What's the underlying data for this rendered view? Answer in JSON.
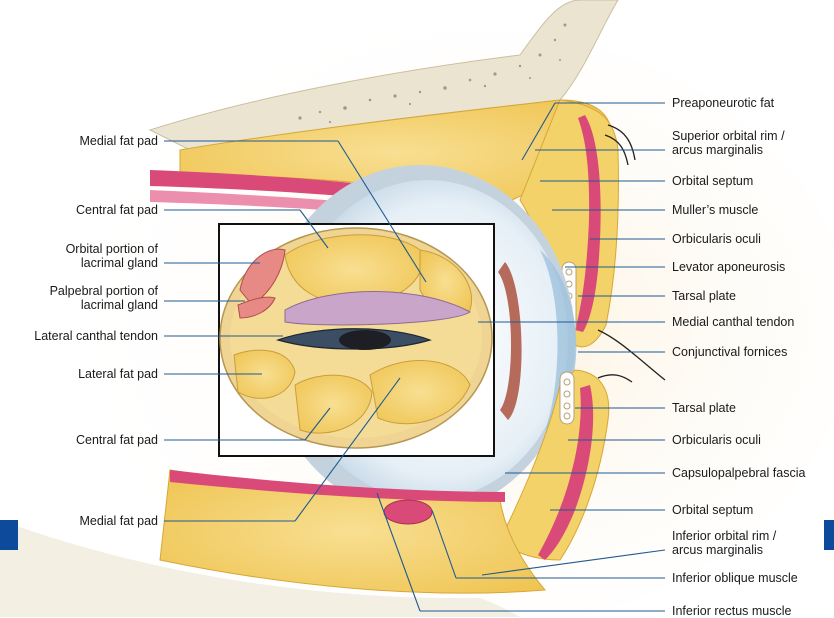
{
  "colors": {
    "fat": "#f2cc5e",
    "fat_light": "#f8df92",
    "muscle": "#d94a78",
    "muscle_light": "#ec8fae",
    "bone": "#e9e2cf",
    "leader": "#1f5a92",
    "frame": "#111111",
    "tab": "#0e4a9c"
  },
  "labels_left": [
    {
      "id": "medial-fat-pad-top",
      "text": "Medial fat pad"
    },
    {
      "id": "central-fat-pad-top",
      "text": "Central fat pad"
    },
    {
      "id": "orbital-lacrimal",
      "lines": [
        "Orbital portion of",
        "lacrimal gland"
      ]
    },
    {
      "id": "palpebral-lacrimal",
      "lines": [
        "Palpebral portion of",
        "lacrimal gland"
      ]
    },
    {
      "id": "lateral-canthal-tendon",
      "text": "Lateral canthal tendon"
    },
    {
      "id": "lateral-fat-pad",
      "text": "Lateral fat pad"
    },
    {
      "id": "central-fat-pad-bottom",
      "text": "Central fat pad"
    },
    {
      "id": "medial-fat-pad-bottom",
      "text": "Medial fat pad"
    }
  ],
  "labels_right": [
    {
      "id": "preaponeurotic-fat",
      "text": "Preaponeurotic fat"
    },
    {
      "id": "superior-orbital-rim",
      "lines": [
        "Superior orbital rim /",
        "arcus marginalis"
      ]
    },
    {
      "id": "orbital-septum-top",
      "text": "Orbital septum"
    },
    {
      "id": "mullers-muscle",
      "text": "Muller’s muscle"
    },
    {
      "id": "orbicularis-oculi-top",
      "text": "Orbicularis oculi"
    },
    {
      "id": "levator-aponeurosis",
      "text": "Levator aponeurosis"
    },
    {
      "id": "tarsal-plate-top",
      "text": "Tarsal plate"
    },
    {
      "id": "medial-canthal-tendon",
      "text": "Medial canthal tendon"
    },
    {
      "id": "conjunctival-fornices",
      "text": "Conjunctival fornices"
    },
    {
      "id": "tarsal-plate-bottom",
      "text": "Tarsal plate"
    },
    {
      "id": "orbicularis-oculi-bottom",
      "text": "Orbicularis oculi"
    },
    {
      "id": "capsulopalpebral-fascia",
      "text": "Capsulopalpebral fascia"
    },
    {
      "id": "orbital-septum-bottom",
      "text": "Orbital septum"
    },
    {
      "id": "inferior-orbital-rim",
      "lines": [
        "Inferior orbital rim /",
        "arcus marginalis"
      ]
    },
    {
      "id": "inferior-oblique-muscle",
      "text": "Inferior oblique muscle"
    },
    {
      "id": "inferior-rectus-muscle",
      "text": "Inferior rectus muscle"
    }
  ]
}
